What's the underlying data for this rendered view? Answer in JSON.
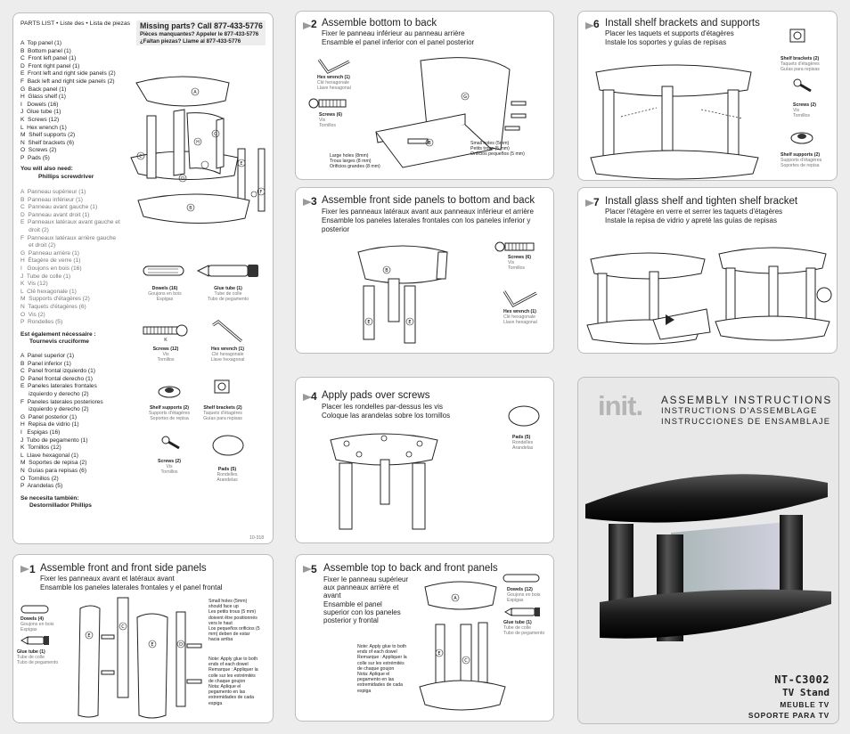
{
  "parts": {
    "header": "PARTS LIST • Liste des • Lista de piezas",
    "missing": {
      "line1": "Missing parts? Call 877-433-5776",
      "line2": "Pièces manquantes? Appeler le 877-433-5776",
      "line3": "¿Faltan piezas? Llame al 877-433-5776"
    },
    "list_en": [
      "A  Top panel (1)",
      "B  Bottom panel (1)",
      "C  Front left panel (1)",
      "D  Front right panel (1)",
      "E  Front left and right side panels (2)",
      "F  Back left and right side panels (2)",
      "G  Back panel (1)",
      "H  Glass shelf (1)",
      "I   Dowels (16)",
      "J  Glue tube (1)",
      "K  Screws (12)",
      "L  Hex wrench (1)",
      "M  Shelf supports (2)",
      "N  Shelf brackets (6)",
      "O  Screws (2)",
      "P  Pads (5)"
    ],
    "need_en": "You will also need:",
    "need_en_item": "Phillips screwdriver",
    "list_fr": [
      "A  Panneau supérieur (1)",
      "B  Panneau inférieur (1)",
      "C  Panneau avant gauche (1)",
      "D  Panneau avant droit (1)",
      "E  Panneaux latéraux avant gauche et",
      "     droit (2)",
      "F  Panneaux latéraux arrière gauche",
      "     et droit (2)",
      "G  Panneau arrière (1)",
      "H  Étagère de verre (1)",
      "I   Goujons en bois (16)",
      "J  Tube de colle (1)",
      "K  Vis (12)",
      "L  Clé hexagonale (1)",
      "M  Supports d'étagères (2)",
      "N  Taquets d'étagères (6)",
      "O  Vis (2)",
      "P  Rondelles (5)"
    ],
    "need_fr": "Est également nécessaire :",
    "need_fr_item": "Tournevis cruciforme",
    "list_es": [
      "A  Panel superior (1)",
      "B  Panel inferior (1)",
      "C  Panel frontal izquierdo (1)",
      "D  Panel frontal derecho (1)",
      "E  Paneles laterales frontales",
      "     izquierdo y derecho (2)",
      "F  Paneles laterales posteriores",
      "     izquierdo y derecho (2)",
      "G  Panel posterior (1)",
      "H  Repisa de vidrio (1)",
      "I   Espigas (16)",
      "J  Tubo de pegamento (1)",
      "K  Tornillos (12)",
      "L  Llave hexagonal (1)",
      "M  Soportes de repisa (2)",
      "N  Guías para repisas (6)",
      "O  Tornillos (2)",
      "P  Arandelas (5)"
    ],
    "need_es": "Se necesita también:",
    "need_es_item": "Destornillador Phillips",
    "captions": {
      "dowels": [
        "Dowels (16)",
        "Goujons en bois",
        "Espigas"
      ],
      "glue": [
        "Glue tube (1)",
        "Tube de colle",
        "Tubo de pegamento"
      ],
      "screws12": [
        "Screws (12)",
        "Vis",
        "Tornillos"
      ],
      "hex": [
        "Hex wrench (1)",
        "Clé hexagonale",
        "Llave hexagonal"
      ],
      "supports": [
        "Shelf supports (2)",
        "Supports d'étagères",
        "Soportes de repisa"
      ],
      "brackets": [
        "Shelf brackets (2)",
        "Taquets d'étagères",
        "Guías para repisas"
      ],
      "screws2": [
        "Screws (2)",
        "Vis",
        "Tornillos"
      ],
      "pads": [
        "Pads (5)",
        "Rondelles",
        "Arandelas"
      ]
    },
    "code": "10-318"
  },
  "step1": {
    "num": "1",
    "title": "Assemble front and front side panels",
    "sub1": "Fixer les panneaux avant et latéraux avant",
    "sub2": "Ensamble los paneles laterales frontales y el panel frontal",
    "dowels": [
      "Dowels (4)",
      "Goujons en bois",
      "Espigas"
    ],
    "glue": [
      "Glue tube (1)",
      "Tube de colle",
      "Tubo de pegamento"
    ],
    "note_holes": [
      "Small holes (5mm)",
      "should face up",
      "Les petits trous (5 mm)",
      "doivent être positionnés",
      "vers le haut",
      "Los pequeños orificios (5",
      "mm) deben de estar",
      "hacia arriba"
    ],
    "note_glue": [
      "Note: Apply glue to both",
      "ends of each dowel",
      "Remarque : Appliquer la",
      "colle sur les extrémités",
      "de chaque goujon",
      "Nota: Aplique el",
      "pegamento en las",
      "extremidades de cada",
      "espiga"
    ]
  },
  "step2": {
    "num": "2",
    "title": "Assemble bottom to back",
    "sub1": "Fixer le panneau inférieur au panneau arrière",
    "sub2": "Ensamble el panel inferior con el panel posterior",
    "hex": [
      "Hex wrench (1)",
      "Clé hexagonale",
      "Llave hexagonal"
    ],
    "screws": [
      "Screws (6)",
      "Vis",
      "Tornillos"
    ],
    "large": [
      "Large holes (8mm)",
      "Trous larges (8 mm)",
      "Orificios grandes (8 mm)"
    ],
    "small": [
      "Small holes (5mm)",
      "Petits trous (5 mm)",
      "Orificios pequeños (5 mm)"
    ]
  },
  "step3": {
    "num": "3",
    "title": "Assemble front side panels to bottom and back",
    "sub1": "Fixer les panneaux latéraux avant aux panneaux inférieur et arrière",
    "sub2": "Ensamble los paneles laterales frontales con los paneles inferior y",
    "sub3": "posterior",
    "screws": [
      "Screws (6)",
      "Vis",
      "Tornillos"
    ],
    "hex": [
      "Hex wrench (1)",
      "Clé hexagonale",
      "Llave hexagonal"
    ]
  },
  "step4": {
    "num": "4",
    "title": "Apply pads over screws",
    "sub1": "Placer les rondelles par-dessus les vis",
    "sub2": "Coloque las arandelas sobre los tornillos",
    "pads": [
      "Pads (5)",
      "Rondelles",
      "Arandelas"
    ]
  },
  "step5": {
    "num": "5",
    "title": "Assemble top to back and front panels",
    "sub1": "Fixer le panneau supérieur",
    "sub2": "aux panneaux arrière et",
    "sub3": "avant",
    "sub4": "Ensamble el panel",
    "sub5": "superior con los paneles",
    "sub6": "posterior y frontal",
    "dowels": [
      "Dowels (12)",
      "Goujons en bois",
      "Espigas"
    ],
    "glue": [
      "Glue tube (1)",
      "Tube de colle",
      "Tubo de pegamento"
    ],
    "note": [
      "Note: Apply glue to both",
      "ends of each dowel",
      "Remarque : Appliquer la",
      "colle sur les extrémités",
      "de chaque goujon",
      "Nota: Aplique el",
      "pegamento en las",
      "extremidades de cada",
      "espiga"
    ]
  },
  "step6": {
    "num": "6",
    "title": "Install shelf brackets and supports",
    "sub1": "Placer les taquets et supports d'étagères",
    "sub2": "Instale los soportes y guías de repisas",
    "brackets": [
      "Shelf brackets (2)",
      "Taquets d'étagères",
      "Guías para repisas"
    ],
    "screws": [
      "Screws (2)",
      "Vis",
      "Tornillos"
    ],
    "supports": [
      "Shelf supports (2)",
      "Supports d'étagères",
      "Soportes de repisa"
    ]
  },
  "step7": {
    "num": "7",
    "title": "Install glass shelf and tighten shelf bracket",
    "sub1": "Placer l'étagère en verre et serrer les taquets d'étagères",
    "sub2": "Instale la repisa de vidrio y apreté las guías de repisas"
  },
  "cover": {
    "logo": "init.",
    "title1": "ASSEMBLY INSTRUCTIONS",
    "title2": "INSTRUCTIONS D'ASSEMBLAGE",
    "title3": "INSTRUCCIONES DE ENSAMBLAJE",
    "model": "NT-C3002",
    "product": "TV Stand",
    "product_fr": "MEUBLE TV",
    "product_es": "SOPORTE PARA TV"
  },
  "letters": {
    "A": "A",
    "B": "B",
    "C": "C",
    "D": "D",
    "E": "E",
    "F": "F",
    "G": "G",
    "H": "H",
    "I": "I",
    "J": "J",
    "K": "K",
    "L": "L",
    "M": "M",
    "N": "N",
    "O": "O",
    "P": "P"
  }
}
